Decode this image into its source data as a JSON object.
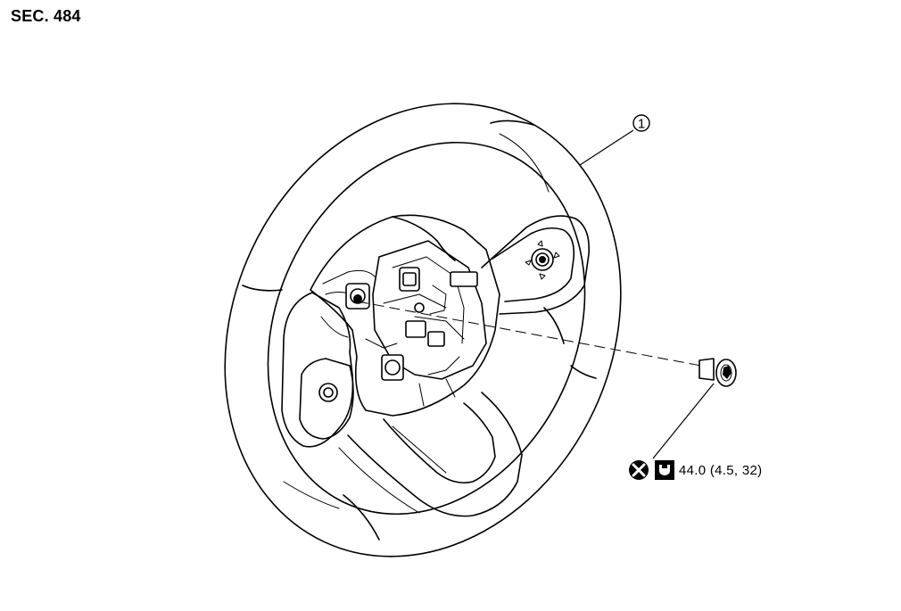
{
  "section": {
    "label": "SEC. 484"
  },
  "callout": {
    "number": "1"
  },
  "torque": {
    "value_text": "44.0 (4.5, 32)",
    "symbols": [
      "do-not-reuse-icon",
      "torque-wrench-icon"
    ]
  },
  "components": {
    "steering_wheel": "steering-wheel-assembly",
    "bolt": "steering-wheel-bolt"
  },
  "colors": {
    "line": "#000000",
    "background": "#ffffff"
  }
}
